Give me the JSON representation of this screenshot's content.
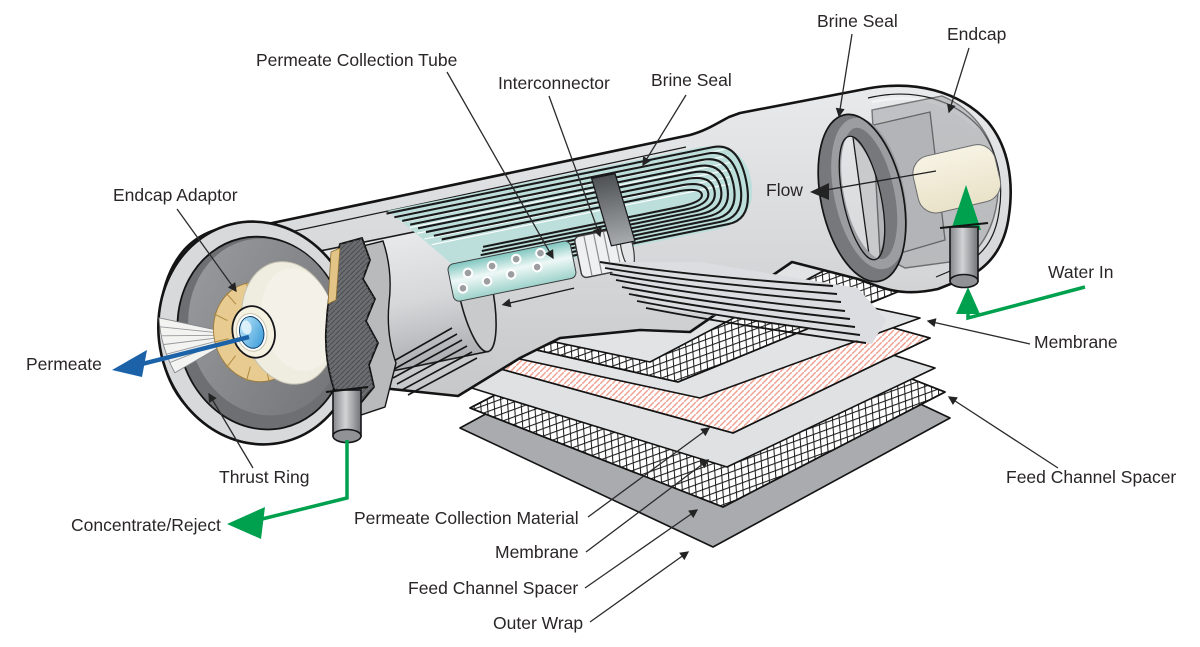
{
  "diagram": {
    "labels": {
      "brine_seal_top": "Brine Seal",
      "endcap": "Endcap",
      "permeate_collection_tube": "Permeate Collection Tube",
      "interconnector": "Interconnector",
      "brine_seal_mid": "Brine Seal",
      "flow": "Flow",
      "water_in": "Water In",
      "membrane_right": "Membrane",
      "endcap_adaptor": "Endcap Adaptor",
      "permeate": "Permeate",
      "thrust_ring": "Thrust Ring",
      "concentrate_reject": "Concentrate/Reject",
      "permeate_collection_material": "Permeate Collection Material",
      "membrane_left": "Membrane",
      "feed_channel_spacer_left": "Feed Channel Spacer",
      "outer_wrap": "Outer Wrap",
      "feed_channel_spacer_right": "Feed Channel Spacer"
    },
    "colors": {
      "permeate_arrow_blue": "#1b62a8",
      "flow_arrow_green": "#00a14e",
      "spiral_teal": "#bcdfdb",
      "permeate_material_pink": "#f0a394",
      "endcap_cream": "#f2ecd6",
      "body_gray": "#d6d7d9",
      "outer_wrap_gray": "#a9abae",
      "outline_black": "#141414",
      "label_text": "#2a2627"
    }
  }
}
